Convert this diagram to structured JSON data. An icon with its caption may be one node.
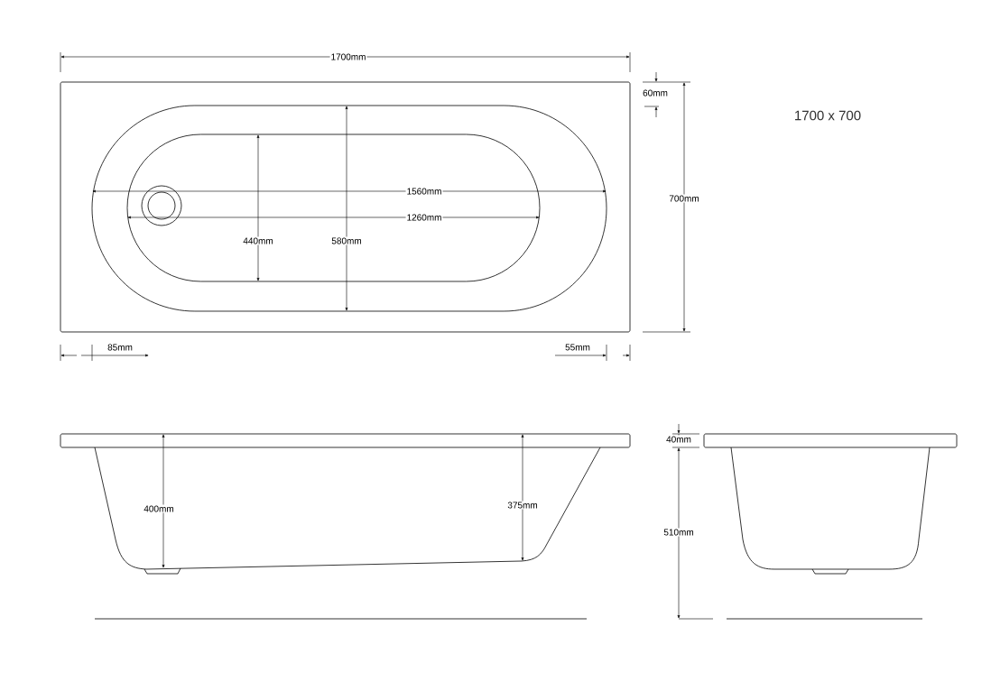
{
  "diagram": {
    "title": "1700 x 700",
    "labels": [
      "1700mm",
      "60mm",
      "700mm",
      "1560mm",
      "1260mm",
      "440mm",
      "580mm",
      "85mm",
      "55mm",
      "40mm",
      "400mm",
      "375mm",
      "510mm"
    ]
  }
}
